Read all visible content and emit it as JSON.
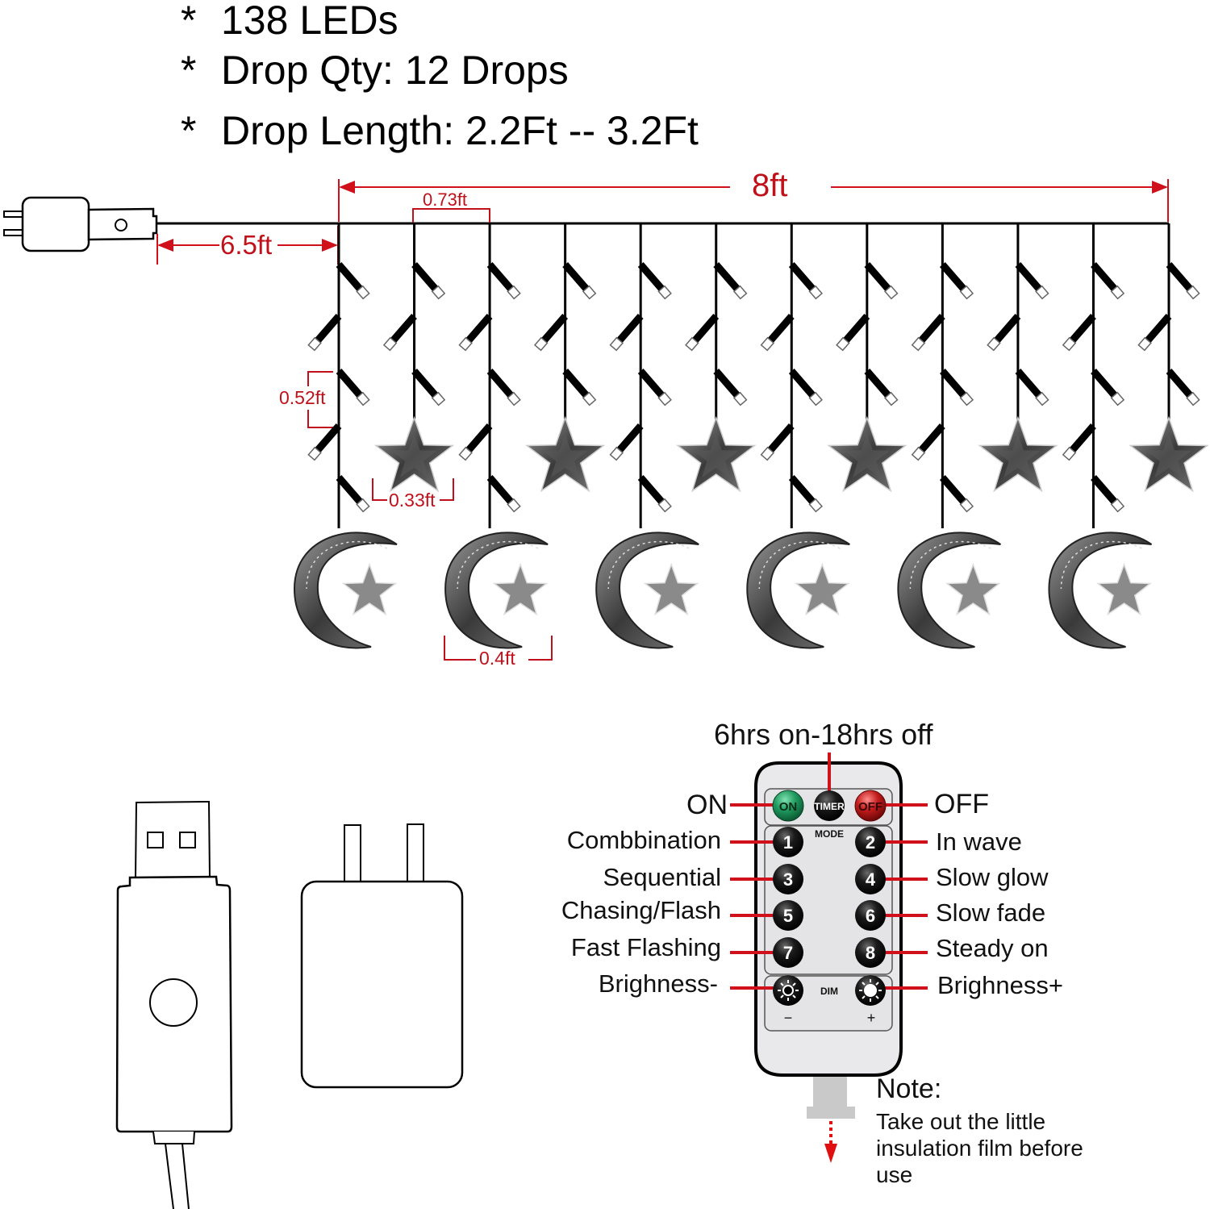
{
  "specs": [
    {
      "bullet": "*",
      "text": "138 LEDs"
    },
    {
      "bullet": "*",
      "text": "Drop Qty: 12 Drops"
    },
    {
      "bullet": "*",
      "text": "Drop Length: 2.2Ft -- 3.2Ft"
    }
  ],
  "dimensions": {
    "total_width": "8ft",
    "lead_cable": "6.5ft",
    "drop_spacing": "0.73ft",
    "bulb_spacing": "0.52ft",
    "star_width": "0.33ft",
    "moon_width": "0.4ft"
  },
  "strand": {
    "drop_count": 12,
    "star_count": 6,
    "moon_count": 6
  },
  "remote": {
    "timer_caption": "6hrs on-18hrs off",
    "top_buttons": [
      {
        "key": "on",
        "text": "ON",
        "label": "ON",
        "color": "#1f9a5e"
      },
      {
        "key": "timer",
        "text": "TIMER",
        "label": "",
        "color": "#151515"
      },
      {
        "key": "off",
        "text": "OFF",
        "label": "OFF",
        "color": "#c21b1b"
      }
    ],
    "mode_header": "MODE",
    "mode_buttons": [
      {
        "num": "1",
        "label": "Combbination"
      },
      {
        "num": "2",
        "label": "In wave"
      },
      {
        "num": "3",
        "label": "Sequential"
      },
      {
        "num": "4",
        "label": "Slow glow"
      },
      {
        "num": "5",
        "label": "Chasing/Flash"
      },
      {
        "num": "6",
        "label": "Slow fade"
      },
      {
        "num": "7",
        "label": "Fast Flashing"
      },
      {
        "num": "8",
        "label": "Steady on"
      }
    ],
    "dim_header": "DIM",
    "dim_minus_label": "Brighness-",
    "dim_plus_label": "Brighness+",
    "dim_minus_sign": "−",
    "dim_plus_sign": "+"
  },
  "note": {
    "title": "Note:",
    "body": "Take out the little insulation film before use"
  },
  "colors": {
    "dimension_red": "#c0111b",
    "callout_red": "#d0101a"
  }
}
